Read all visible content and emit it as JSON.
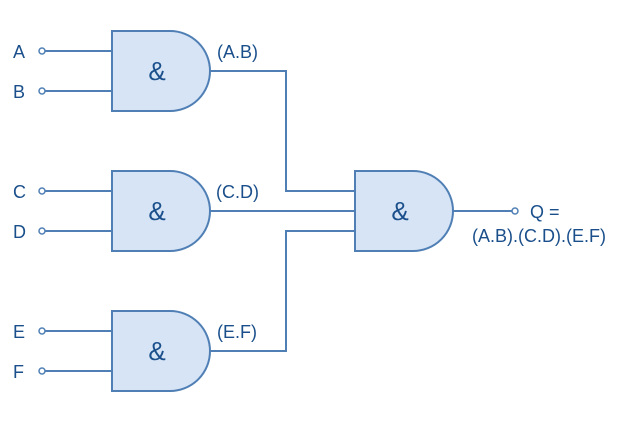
{
  "colors": {
    "wire": "#4f7fb5",
    "gate_fill": "#d6e4f5",
    "text": "#1a4f8b"
  },
  "gates": [
    {
      "id": "gate-1",
      "symbol": "&",
      "output_label": "(A.B)"
    },
    {
      "id": "gate-2",
      "symbol": "&",
      "output_label": "(C.D)"
    },
    {
      "id": "gate-3",
      "symbol": "&",
      "output_label": "(E.F)"
    },
    {
      "id": "gate-4",
      "symbol": "&"
    }
  ],
  "inputs": [
    "A",
    "B",
    "C",
    "D",
    "E",
    "F"
  ],
  "output": {
    "line1": "Q =",
    "line2": "(A.B).(C.D).(E.F)"
  }
}
